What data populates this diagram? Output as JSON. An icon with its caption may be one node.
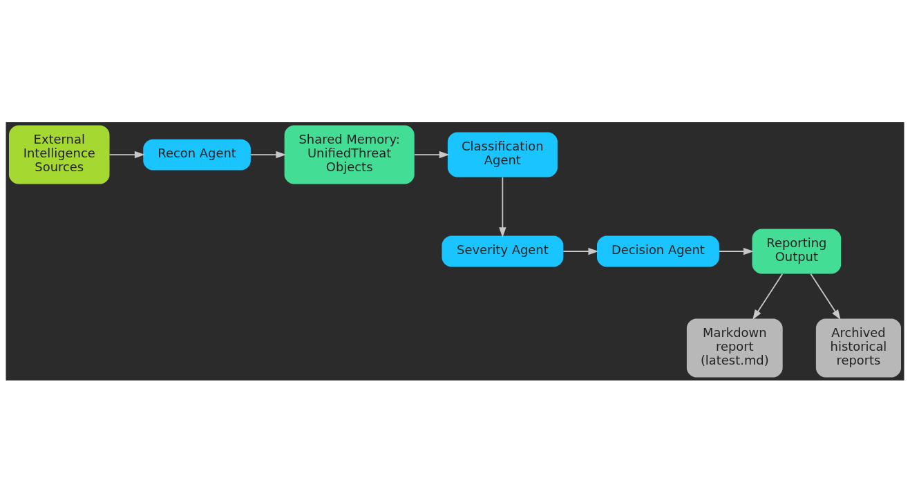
{
  "diagram": {
    "nodes": [
      {
        "text": [
          "External Intelligence Sources"
        ]
      },
      {
        "text": [
          "Recon Agent"
        ]
      },
      {
        "text": [
          "Shared Memory: UnifiedThreat Objects"
        ]
      },
      {
        "text": [
          "Classification Agent"
        ]
      },
      {
        "text": [
          "Severity Agent"
        ]
      },
      {
        "text": [
          "Decision Agent"
        ]
      },
      {
        "text": [
          "Reporting Output"
        ]
      },
      {
        "text": [
          "Markdown report (latest.md)"
        ]
      },
      {
        "text": [
          "Archived historical reports"
        ]
      }
    ],
    "edges": [
      {
        "from": 0,
        "to": 1,
        "arrow": "to"
      },
      {
        "from": 1,
        "to": 2,
        "arrow": "to"
      },
      {
        "from": 2,
        "to": 3,
        "arrow": "to"
      },
      {
        "from": 3,
        "to": 4,
        "arrow": "to"
      },
      {
        "from": 4,
        "to": 5,
        "arrow": "to"
      },
      {
        "from": 5,
        "to": 6,
        "arrow": "to"
      },
      {
        "from": 6,
        "to": 7,
        "arrow": "to"
      },
      {
        "from": 6,
        "to": 8,
        "arrow": "to"
      }
    ]
  }
}
